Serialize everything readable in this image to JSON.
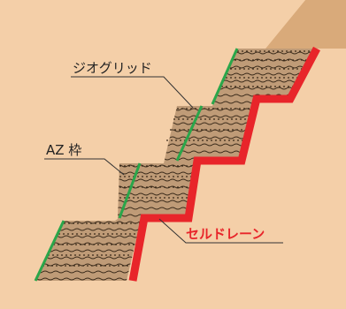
{
  "labels": {
    "geogrid": "ジオグリッド",
    "az_frame": "AZ 枠",
    "cell_drain": "セルドレーン"
  },
  "colors": {
    "ground": "#f4cfa8",
    "soil_top": "#d9aa7a",
    "fill": "#bf9b77",
    "fill_dark": "#3a2a1a",
    "frame_green": "#2aa64a",
    "drain_red": "#e8252a",
    "leader": "#333333",
    "cell_drain_text": "#e8252a"
  }
}
